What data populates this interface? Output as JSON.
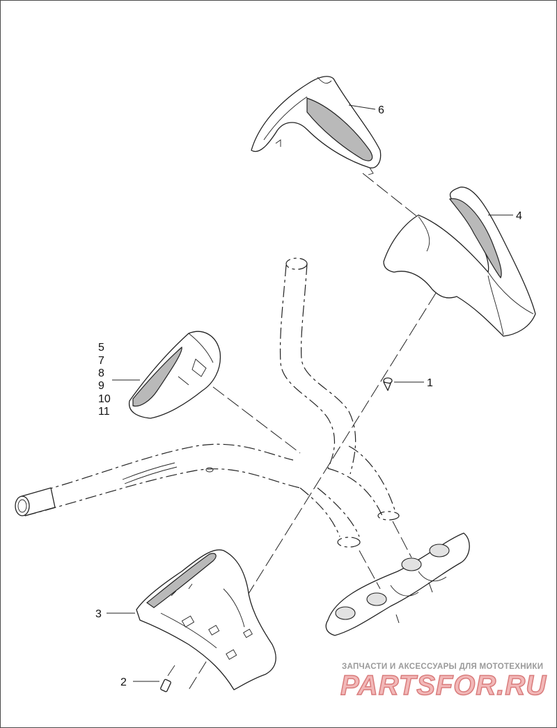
{
  "diagram": {
    "callouts": [
      {
        "id": "c1",
        "text": "1"
      },
      {
        "id": "c2",
        "text": "2"
      },
      {
        "id": "c3",
        "text": "3"
      },
      {
        "id": "c4",
        "text": "4"
      },
      {
        "id": "c6",
        "text": "6"
      },
      {
        "id": "c5",
        "text": "5"
      },
      {
        "id": "c7",
        "text": "7"
      },
      {
        "id": "c8",
        "text": "8"
      },
      {
        "id": "c9",
        "text": "9"
      },
      {
        "id": "c10",
        "text": "10"
      },
      {
        "id": "c11",
        "text": "11"
      }
    ]
  },
  "watermark": {
    "tagline": "ЗАПЧАСТИ И АКСЕССУАРЫ ДЛЯ МОТОТЕХНИКИ",
    "logo": "PARTSFOR.RU"
  },
  "colors": {
    "line": "#222222",
    "shade": "#b9b9b9",
    "watermark_fill": "#f2b8b8",
    "watermark_stroke": "#d97c7c"
  }
}
